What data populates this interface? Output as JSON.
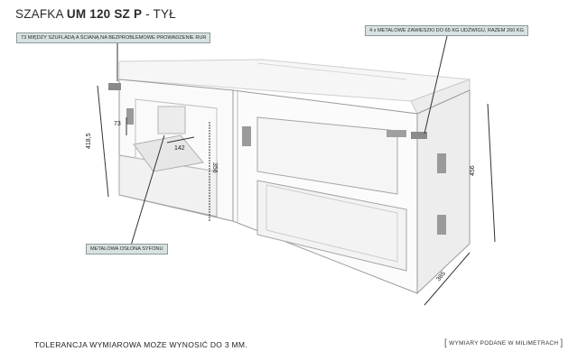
{
  "title": {
    "prefix": "SZAFKA",
    "model": "UM 120 SZ P",
    "suffix": "- TYŁ"
  },
  "callouts": {
    "drawer_gap": "73 MIĘDZY SZUFLADĄ A ŚCIANĄ NA BEZPROBLEMOWE PROWADZENIE RUR",
    "hangers": "4 x METALOWE ZAWIESZKI DO 65 KG UDŹWIGU, RAZEM 260 KG",
    "siphon": "METALOWA OSŁONA SYFONU"
  },
  "dimensions": {
    "gap": "73",
    "depth_inner": "142",
    "inner_height": "356",
    "side_height": "418,5",
    "total_height": "456",
    "depth": "385"
  },
  "footer": {
    "tolerance": "TOLERANCJA WYMIAROWA MOŻE WYNOSIĆ DO 3 MM.",
    "units": "WYMIARY PODANE W MILIMETRACH"
  },
  "colors": {
    "callout_bg": "#d9e2e2",
    "line": "#333333",
    "panel": "#f4f4f4"
  }
}
